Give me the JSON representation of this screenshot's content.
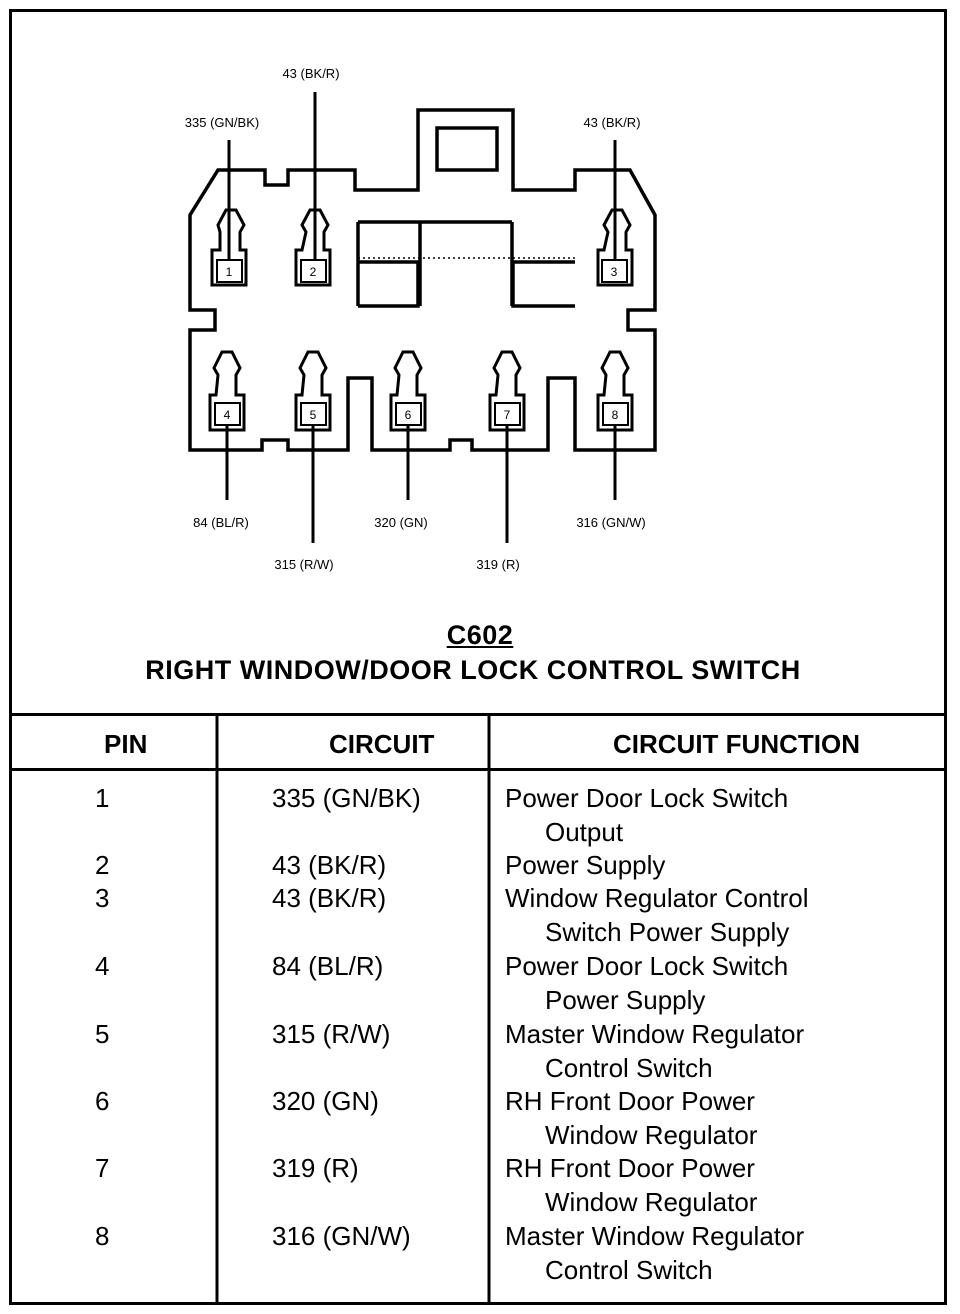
{
  "diagram": {
    "connector_id": "C602",
    "connector_name": "RIGHT WINDOW/DOOR LOCK CONTROL SWITCH",
    "top_wires": [
      {
        "pin": "1",
        "label": "335 (GN/BK)"
      },
      {
        "pin": "2",
        "label": "43 (BK/R)"
      },
      {
        "pin": "3",
        "label": "43 (BK/R)"
      }
    ],
    "bottom_wires": [
      {
        "pin": "4",
        "label": "84 (BL/R)"
      },
      {
        "pin": "5",
        "label": "315 (R/W)"
      },
      {
        "pin": "6",
        "label": "320 (GN)"
      },
      {
        "pin": "7",
        "label": "319 (R)"
      },
      {
        "pin": "8",
        "label": "316 (GN/W)"
      }
    ]
  },
  "table": {
    "headers": {
      "pin": "PIN",
      "circuit": "CIRCUIT",
      "function": "CIRCUIT FUNCTION"
    },
    "rows": [
      {
        "pin": "1",
        "circuit": "335 (GN/BK)",
        "function_line1": "Power Door Lock Switch",
        "function_line2": "Output"
      },
      {
        "pin": "2",
        "circuit": "43 (BK/R)",
        "function_line1": "Power Supply",
        "function_line2": ""
      },
      {
        "pin": "3",
        "circuit": "43 (BK/R)",
        "function_line1": "Window Regulator Control",
        "function_line2": "Switch Power Supply"
      },
      {
        "pin": "4",
        "circuit": "84 (BL/R)",
        "function_line1": "Power Door Lock Switch",
        "function_line2": "Power Supply"
      },
      {
        "pin": "5",
        "circuit": "315 (R/W)",
        "function_line1": "Master Window Regulator",
        "function_line2": "Control Switch"
      },
      {
        "pin": "6",
        "circuit": "320 (GN)",
        "function_line1": "RH Front Door Power",
        "function_line2": "Window Regulator"
      },
      {
        "pin": "7",
        "circuit": "319 (R)",
        "function_line1": "RH Front Door Power",
        "function_line2": "Window Regulator"
      },
      {
        "pin": "8",
        "circuit": "316 (GN/W)",
        "function_line1": "Master Window Regulator",
        "function_line2": "Control Switch"
      }
    ]
  }
}
